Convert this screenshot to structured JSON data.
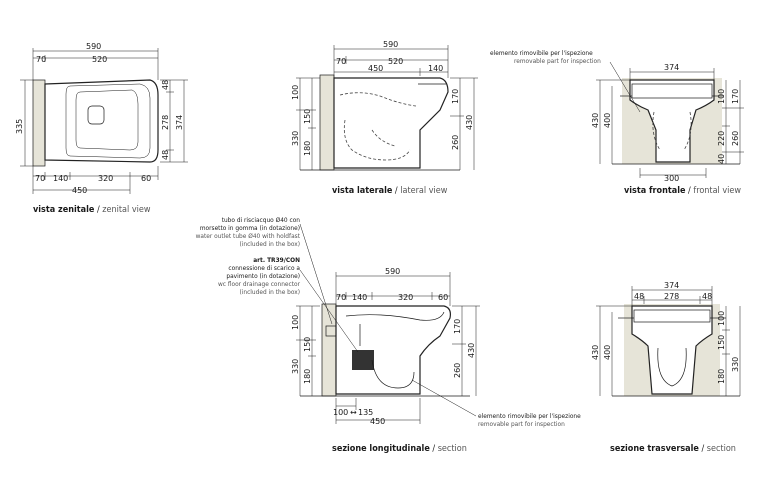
{
  "views": {
    "zenital": {
      "caption_it": "vista zenitale",
      "caption_en": "zenital view",
      "dims_top": [
        "590",
        "70",
        "520"
      ],
      "dims_bottom": [
        "70",
        "140",
        "320",
        "60",
        "450"
      ],
      "dims_left": [
        "335"
      ],
      "dims_right": [
        "48",
        "278",
        "374",
        "48"
      ]
    },
    "lateral": {
      "caption_it": "vista laterale",
      "caption_en": "lateral view",
      "dims_top": [
        "590",
        "70",
        "520",
        "450",
        "140"
      ],
      "dims_left": [
        "100",
        "330",
        "150",
        "180"
      ],
      "dims_right": [
        "170",
        "430",
        "260"
      ]
    },
    "frontal": {
      "caption_it": "vista frontale",
      "caption_en": "frontal view",
      "dims_top": [
        "374"
      ],
      "dims_bottom": [
        "300"
      ],
      "dims_left": [
        "430",
        "400"
      ],
      "dims_right": [
        "100",
        "170",
        "220",
        "260",
        "40"
      ],
      "note_it": "elemento rimovibile per l'ispezione",
      "note_en": "removable part for inspection"
    },
    "section_long": {
      "caption_it": "sezione longitudinale",
      "caption_en": "section",
      "dims_top": [
        "590",
        "70",
        "140",
        "320",
        "60"
      ],
      "dims_left": [
        "100",
        "150",
        "330",
        "180"
      ],
      "dims_right": [
        "170",
        "430",
        "260"
      ],
      "dims_bottom": [
        "100",
        "135",
        "450"
      ],
      "note1_it_a": "tubo di risciacquo Ø40 con",
      "note1_it_b": "morsetto in gomma (in dotazione)",
      "note1_en_a": "water outlet tube Ø40  with holdfast",
      "note1_en_b": "(included in the box)",
      "note2_code": "art. TR39/CON",
      "note2_it_a": "connessione di scarico a",
      "note2_it_b": "pavimento (in dotazione)",
      "note2_en_a": "wc floor drainage connector",
      "note2_en_b": "(included in the box)",
      "note3_it": "elemento rimovibile per l'ispezione",
      "note3_en": "removable part for inspection"
    },
    "section_trans": {
      "caption_it": "sezione trasversale",
      "caption_en": "section",
      "dims_top": [
        "374",
        "48",
        "278",
        "48"
      ],
      "dims_left": [
        "430",
        "400"
      ],
      "dims_right": [
        "100",
        "150",
        "180",
        "330"
      ]
    }
  }
}
